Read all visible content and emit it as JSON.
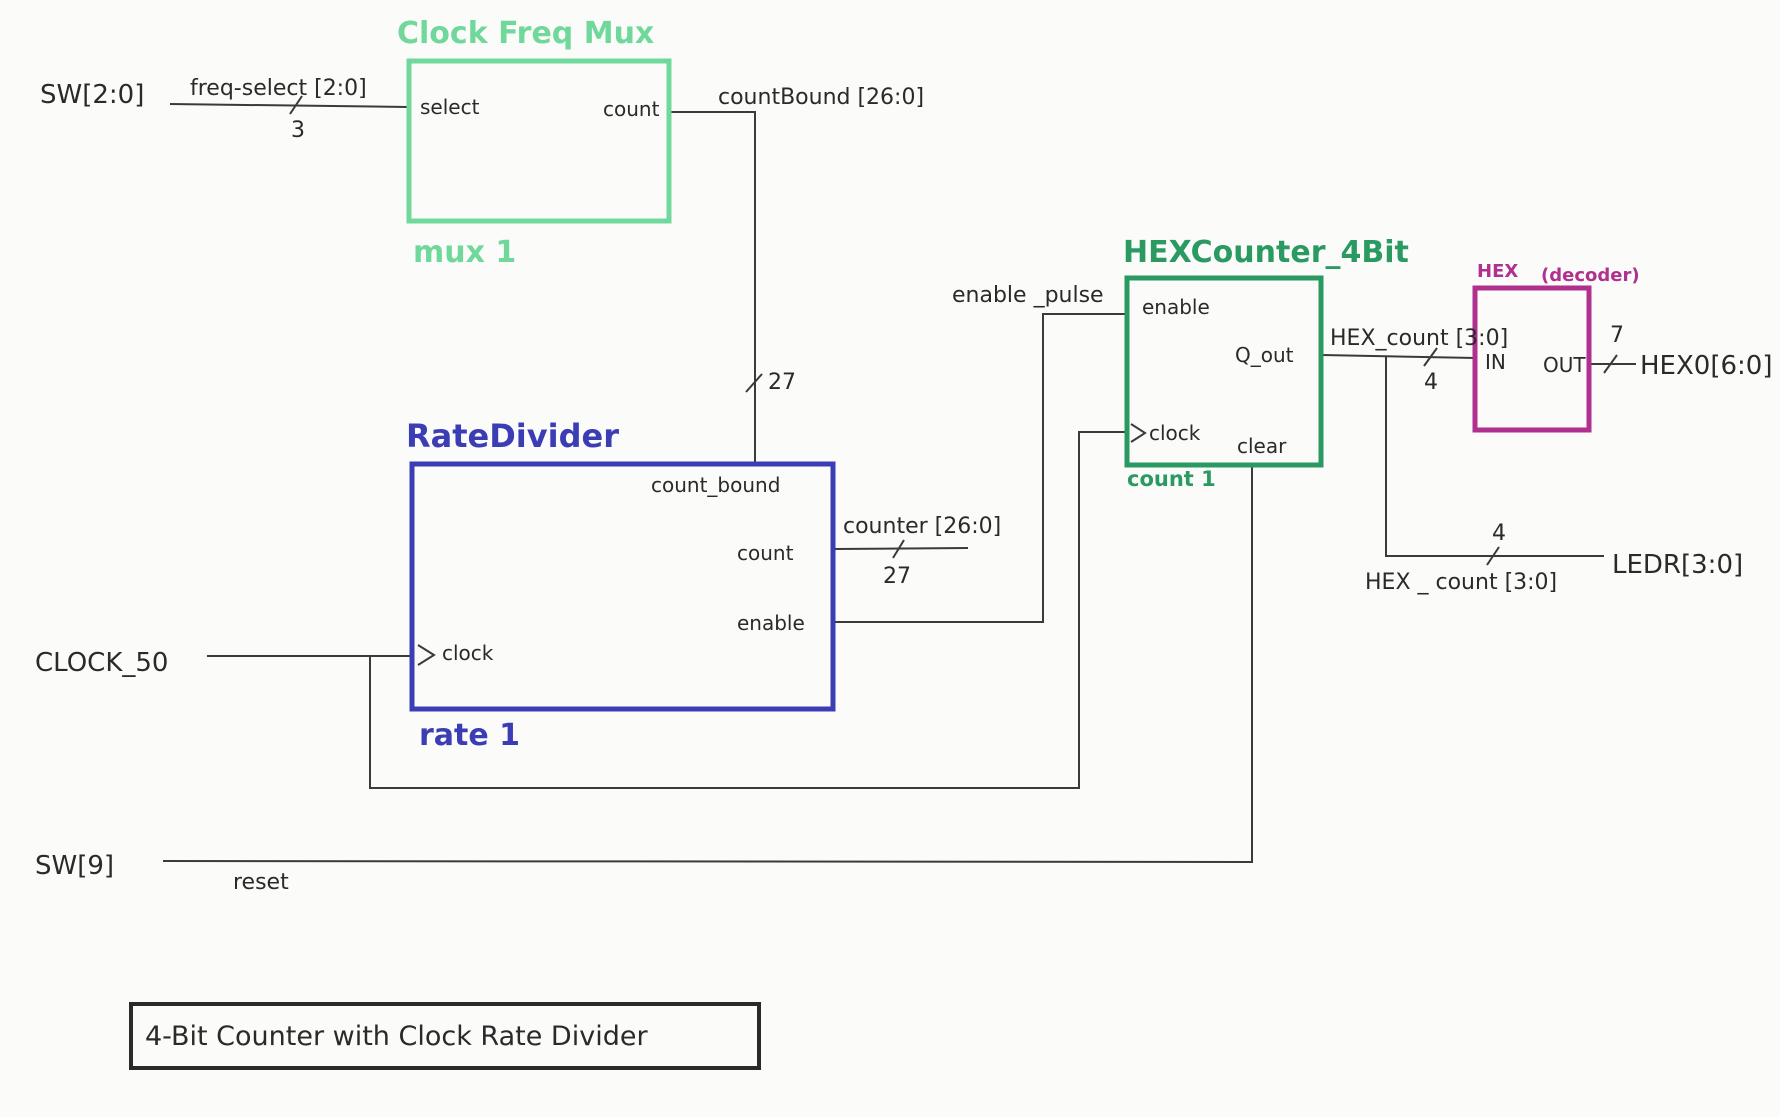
{
  "inputs": {
    "sw_low": "SW[2:0]",
    "clock": "CLOCK_50",
    "sw_reset": "SW[9]"
  },
  "outputs": {
    "hex0": "HEX0[6:0]",
    "ledr": "LEDR[3:0]"
  },
  "mux": {
    "title": "Clock Freq Mux",
    "instance": "mux 1",
    "pin_select": "select",
    "pin_count": "count",
    "color": "#6fd89a"
  },
  "rate_divider": {
    "title": "RateDivider",
    "instance": "rate 1",
    "pin_count_bound": "count_bound",
    "pin_count": "count",
    "pin_enable": "enable",
    "pin_clock": "clock",
    "color": "#3b3db5"
  },
  "hex_counter": {
    "title": "HEXCounter_4Bit",
    "instance": "count 1",
    "pin_enable": "enable",
    "pin_q_out": "Q_out",
    "pin_clock": "clock",
    "pin_clear": "clear",
    "color": "#2a9a62"
  },
  "hex_decoder": {
    "title": "HEX",
    "subtitle": "(decoder)",
    "pin_in": "IN",
    "pin_out": "OUT",
    "color": "#b0308f"
  },
  "wires": {
    "freq_select": "freq-select [2:0]",
    "freq_select_width": "3",
    "count_bound": "countBound [26:0]",
    "count_bound_width": "27",
    "counter": "counter [26:0]",
    "counter_width": "27",
    "enable_pulse": "enable _pulse",
    "hex_count_top": "HEX_count [3:0]",
    "hex_count_top_width": "4",
    "hex_count_bottom": "HEX _ count [3:0]",
    "hex_count_bottom_width": "4",
    "hex_out_width": "7",
    "reset": "reset"
  },
  "caption": "4-Bit Counter with Clock Rate Divider"
}
